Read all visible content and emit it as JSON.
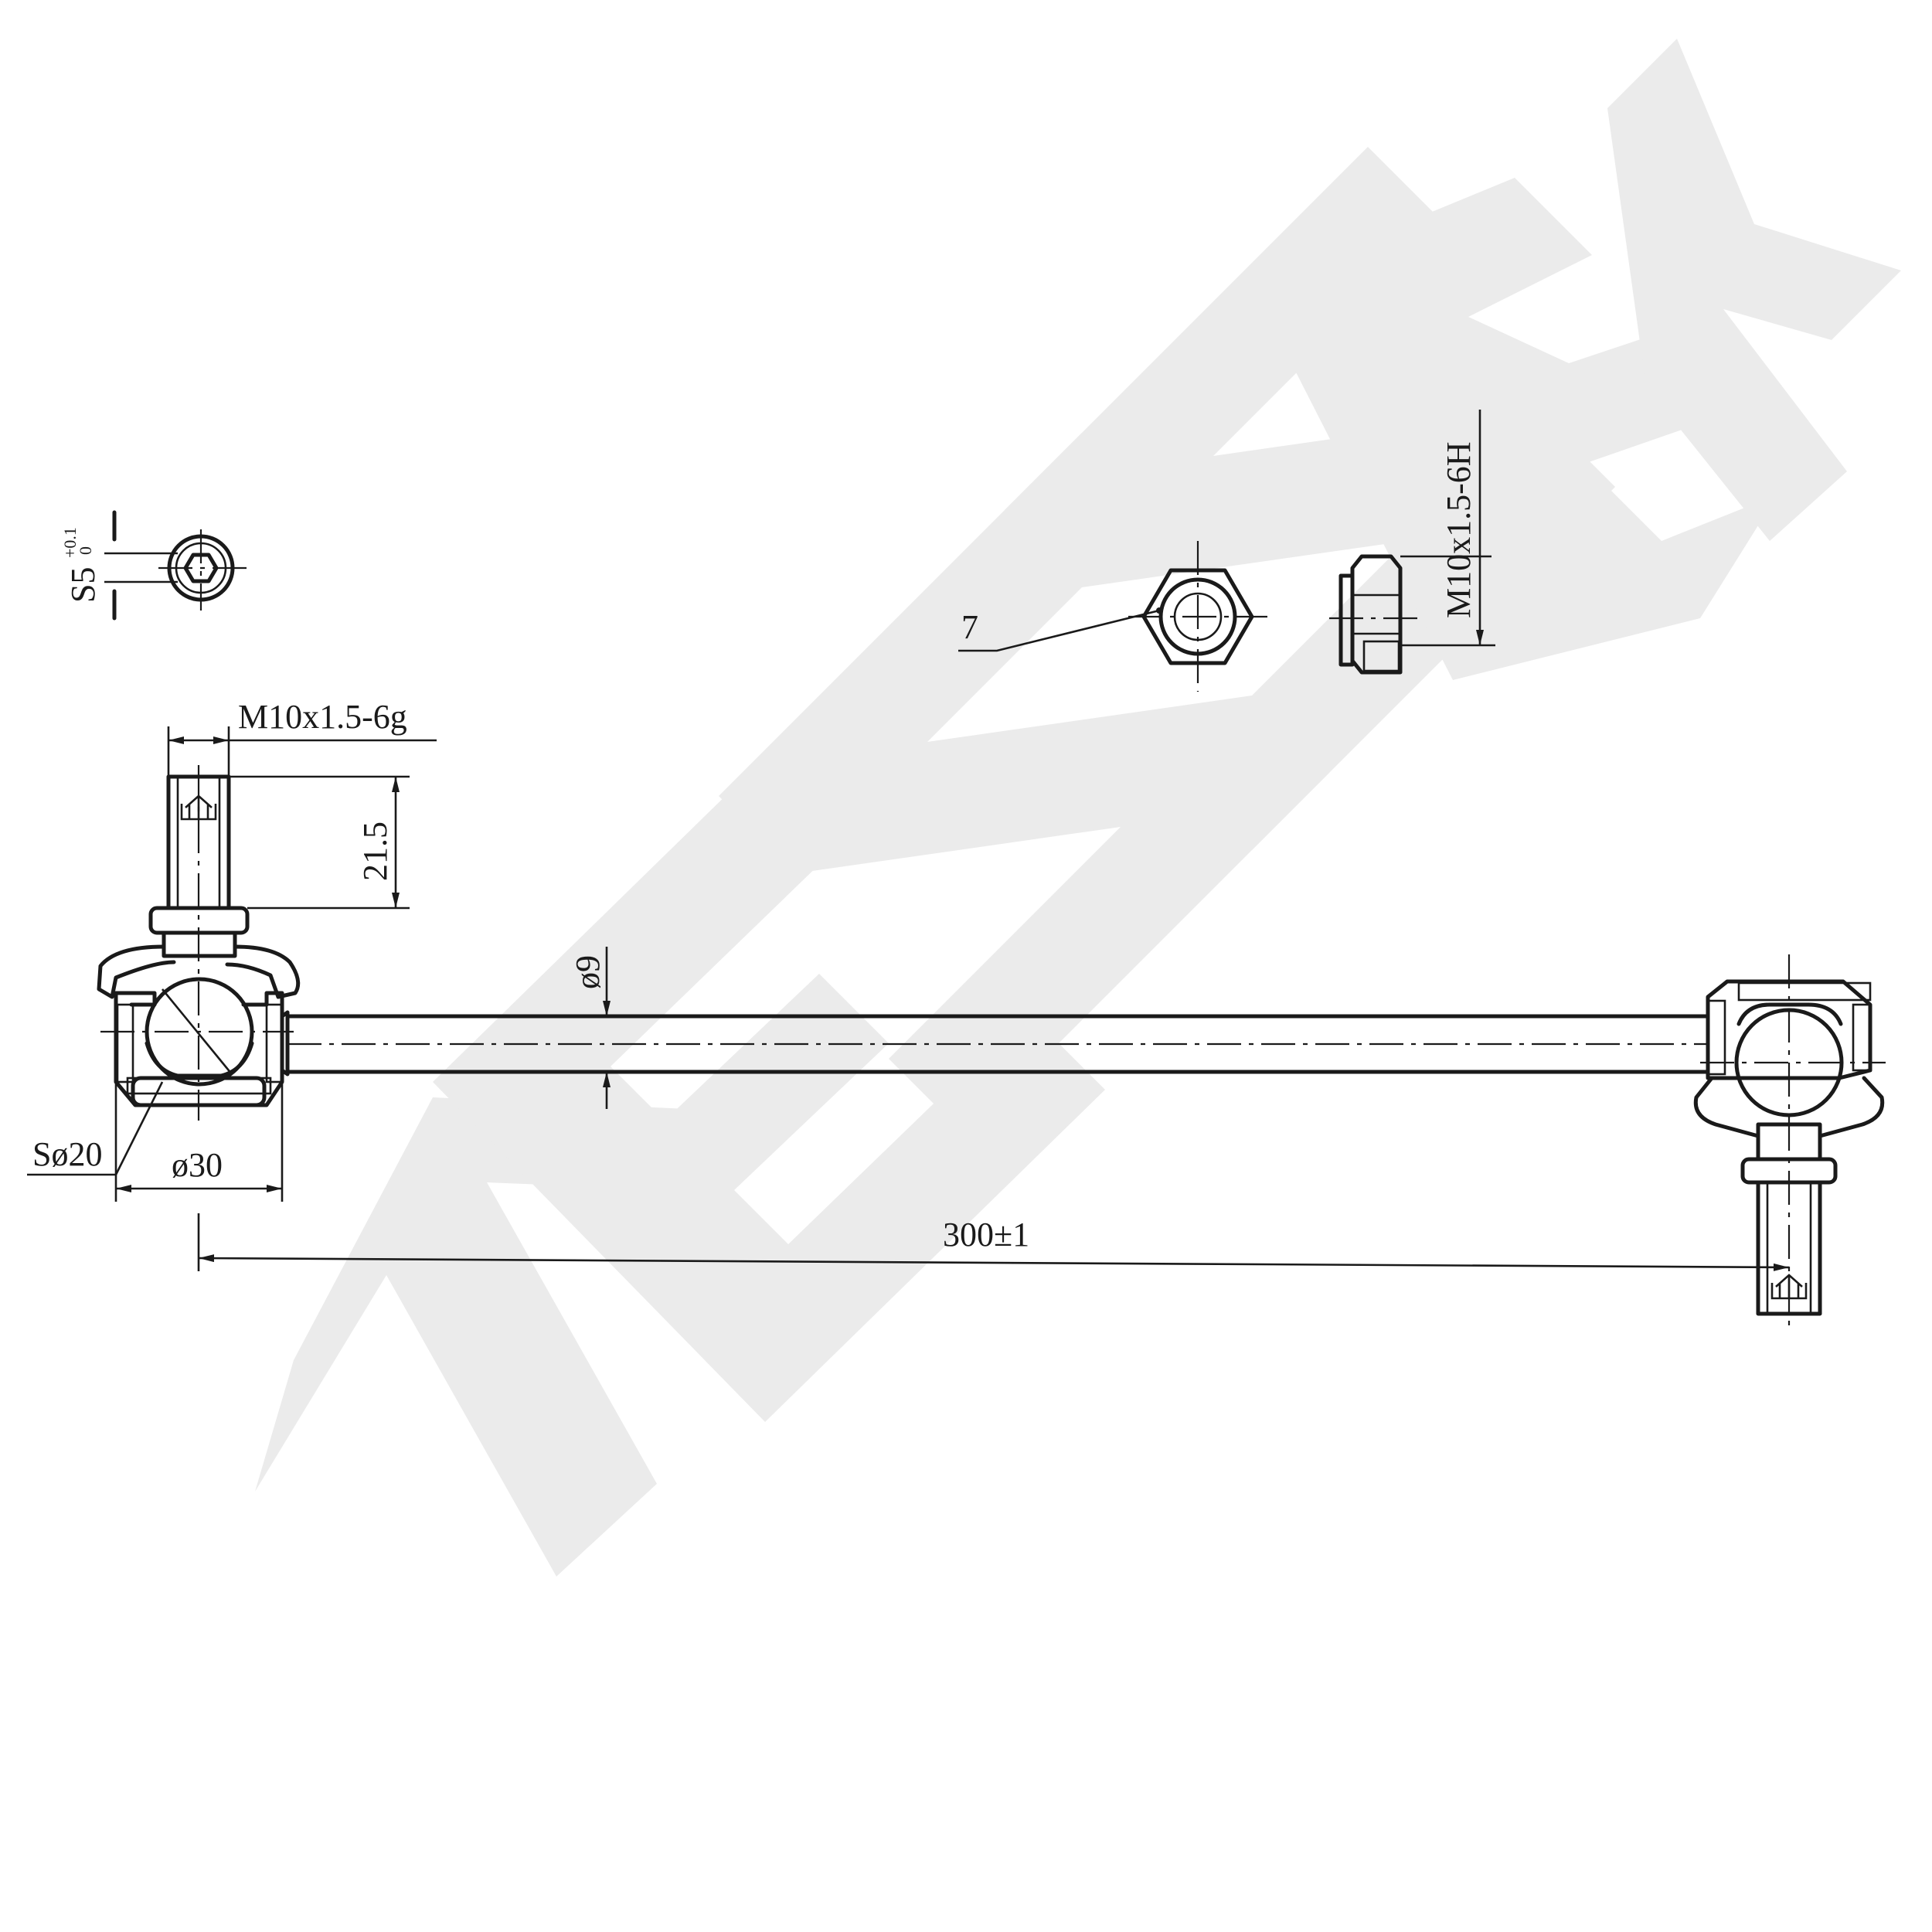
{
  "watermark": {
    "text": "ZENNEK",
    "color": "#ebebeb"
  },
  "dimensions": {
    "hex_socket": "S5",
    "hex_socket_upper_tol": "+0.1",
    "hex_socket_lower_tol": "0",
    "stud_thread": "M10x1.5-6g",
    "thread_length": "21.5",
    "rod_diameter": "ø9",
    "ball_diameter": "Sø20",
    "housing_diameter": "ø30",
    "center_distance": "300±1",
    "nut_callout": "7",
    "nut_thread": "M10x1.5-6H"
  },
  "colors": {
    "line": "#1a1a1a",
    "background": "#ffffff"
  }
}
